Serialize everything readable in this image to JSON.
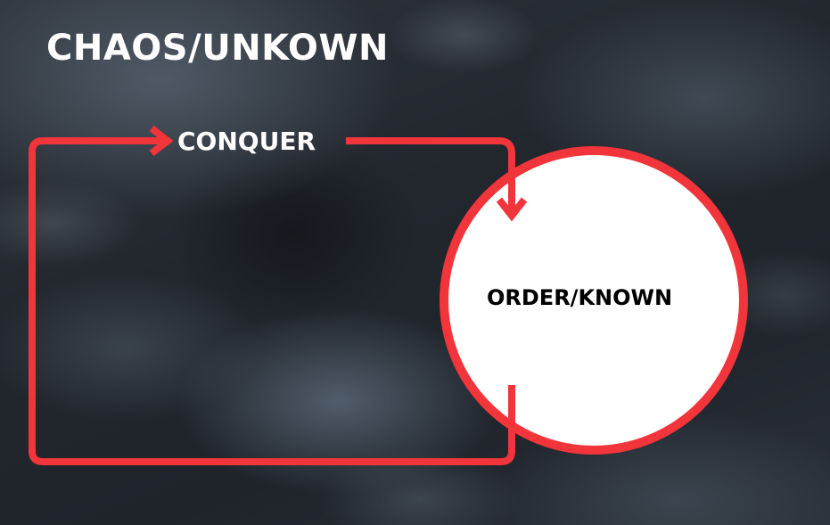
{
  "diagram": {
    "title": "CHAOS/UNKOWN",
    "loop_label": "CONQUER",
    "circle_label": "ORDER/KNOWN"
  },
  "colors": {
    "arrow": "#f2343b",
    "circle_fill": "#ffffff",
    "circle_border": "#f2343b",
    "title_text": "#ffffff",
    "circle_text": "#000000"
  }
}
